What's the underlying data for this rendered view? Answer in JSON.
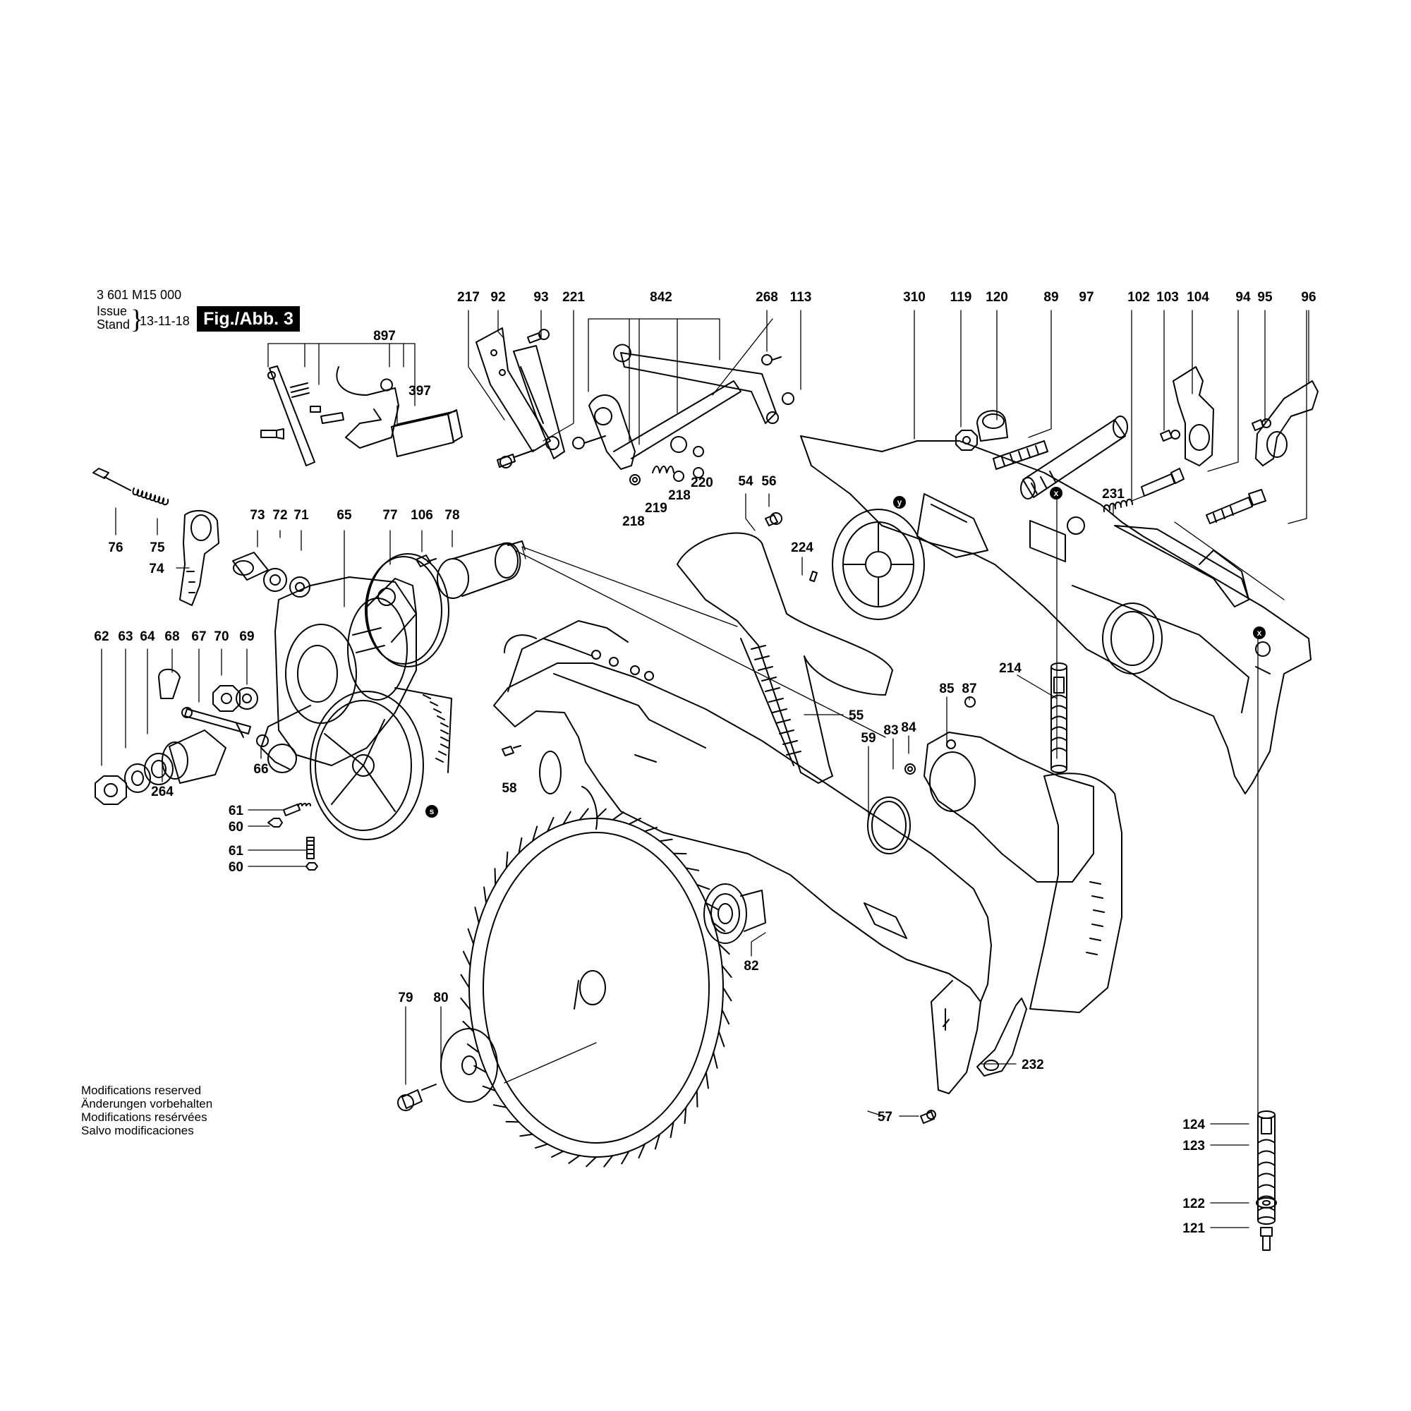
{
  "header": {
    "doc_number": "3 601 M15 000",
    "issue_label": "Issue",
    "stand_label": "Stand",
    "date": "13-11-18",
    "figure_label": "Fig./Abb. 3"
  },
  "footer_notes": [
    "Modifications reserved",
    "Änderungen vorbehalten",
    "Modifications resérvées",
    "Salvo modificaciones"
  ],
  "part_labels": {
    "top_row": [
      "217",
      "92",
      "93",
      "221",
      "842",
      "268",
      "113",
      "310",
      "119",
      "120",
      "89",
      "97",
      "102",
      "103",
      "104",
      "94",
      "95",
      "96"
    ],
    "kit_897": [
      "897",
      "397"
    ],
    "linkage": [
      "220",
      "218",
      "219",
      "218"
    ],
    "spring_bolt": [
      "76",
      "75",
      "74"
    ],
    "gear_head": [
      "73",
      "72",
      "71",
      "65",
      "77",
      "106",
      "78"
    ],
    "spindle": [
      "62",
      "63",
      "64",
      "68",
      "67",
      "70",
      "69",
      "66",
      "264"
    ],
    "adjust_screws": [
      "61",
      "60",
      "61",
      "60"
    ],
    "upper_guard": [
      "54",
      "56",
      "224",
      "55",
      "58",
      "59"
    ],
    "arm": [
      "231",
      "214",
      "87",
      "85",
      "84",
      "83",
      "82"
    ],
    "blade": [
      "79",
      "80"
    ],
    "lower": [
      "232",
      "57",
      "124",
      "123",
      "122",
      "121"
    ]
  },
  "markers": [
    "x",
    "x",
    "y",
    "s"
  ]
}
